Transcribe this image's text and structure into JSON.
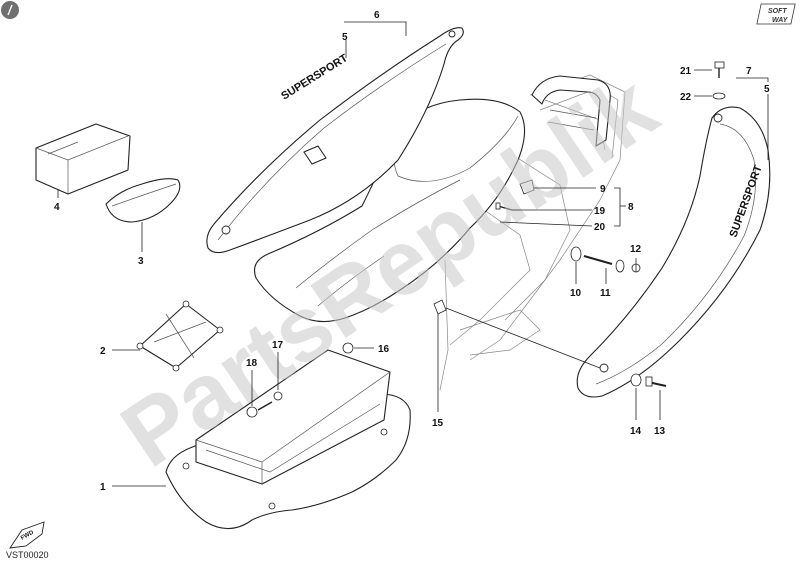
{
  "watermark": "PartsRepublik",
  "diagram_code": "VST00020",
  "brand_logo": "SOFT WAY",
  "seat_cover_text": "SUPERSPORT",
  "fwd_label": "FWD",
  "callouts": [
    "1",
    "2",
    "3",
    "4",
    "5",
    "6",
    "7",
    "8",
    "9",
    "10",
    "11",
    "12",
    "13",
    "14",
    "15",
    "16",
    "17",
    "18",
    "19",
    "20",
    "21",
    "22"
  ]
}
